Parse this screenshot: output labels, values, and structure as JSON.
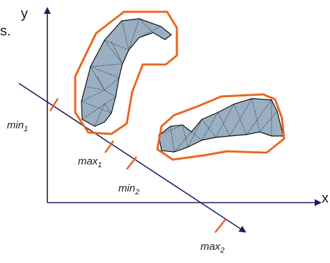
{
  "axes": {
    "x_label": "x",
    "y_label": "y"
  },
  "fragment_text": "s.",
  "projection_marks": [
    {
      "base": "min",
      "sub": "1"
    },
    {
      "base": "max",
      "sub": "1"
    },
    {
      "base": "min",
      "sub": "2"
    },
    {
      "base": "max",
      "sub": "2"
    }
  ],
  "colors": {
    "axis": "#1f1f5a",
    "hull": "#e8661f",
    "tick": "#e8661f",
    "mesh_fill": "#9aafc2",
    "mesh_edge": "#111111"
  }
}
